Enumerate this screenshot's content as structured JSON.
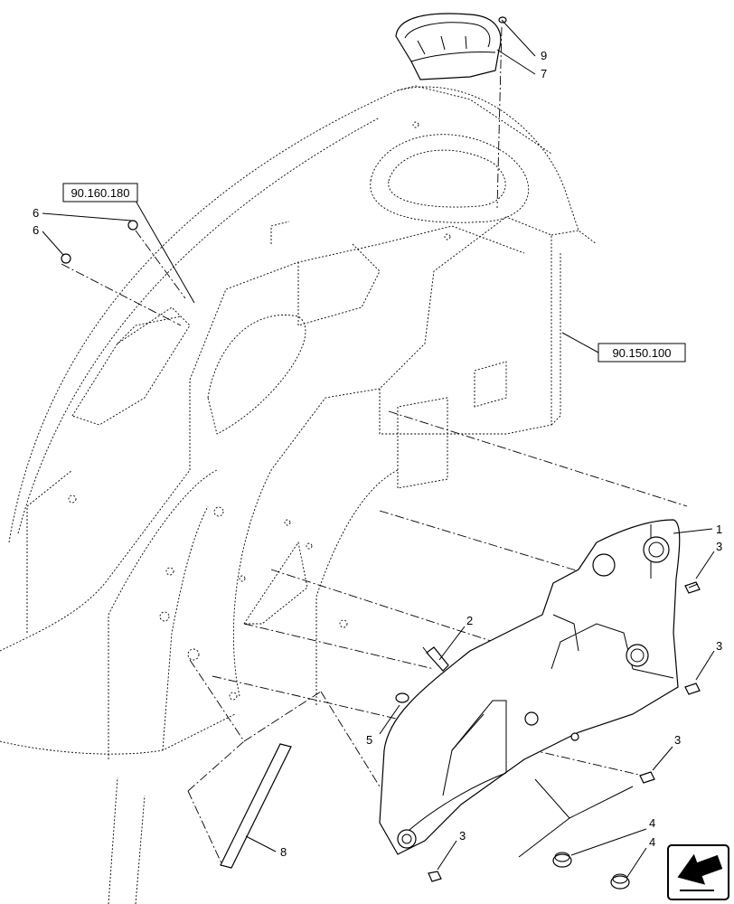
{
  "references": {
    "upper": "90.160.180",
    "right": "90.150.100"
  },
  "callouts": {
    "c1": "1",
    "c2": "2",
    "c3a": "3",
    "c3b": "3",
    "c3c": "3",
    "c3d": "3",
    "c4a": "4",
    "c4b": "4",
    "c5": "5",
    "c6a": "6",
    "c6b": "6",
    "c7": "7",
    "c8": "8",
    "c9": "9"
  },
  "nav_icon": "arrow-nav-icon"
}
